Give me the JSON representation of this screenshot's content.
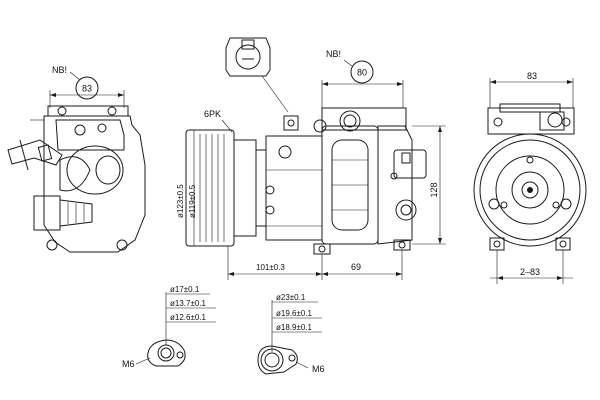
{
  "labels": {
    "nb_left": "NB!",
    "nb_mid": "NB!",
    "dim_83_left": "83",
    "dim_80": "80",
    "dim_83_right": "83",
    "six_pk": "6PK",
    "dia_123": "ø123±0.5",
    "dia_119": "ø119±0.5",
    "dim_101": "101±0.3",
    "dim_69": "69",
    "dim_128": "128",
    "dim_2_83": "2–83",
    "fit1_d1": "ø17±0.1",
    "fit1_d2": "ø13.7±0.1",
    "fit1_d3": "ø12.6±0.1",
    "fit1_thread": "M6",
    "fit2_d1": "ø23±0.1",
    "fit2_d2": "ø19.6±0.1",
    "fit2_d3": "ø18.9±0.1",
    "fit2_thread": "M6"
  }
}
